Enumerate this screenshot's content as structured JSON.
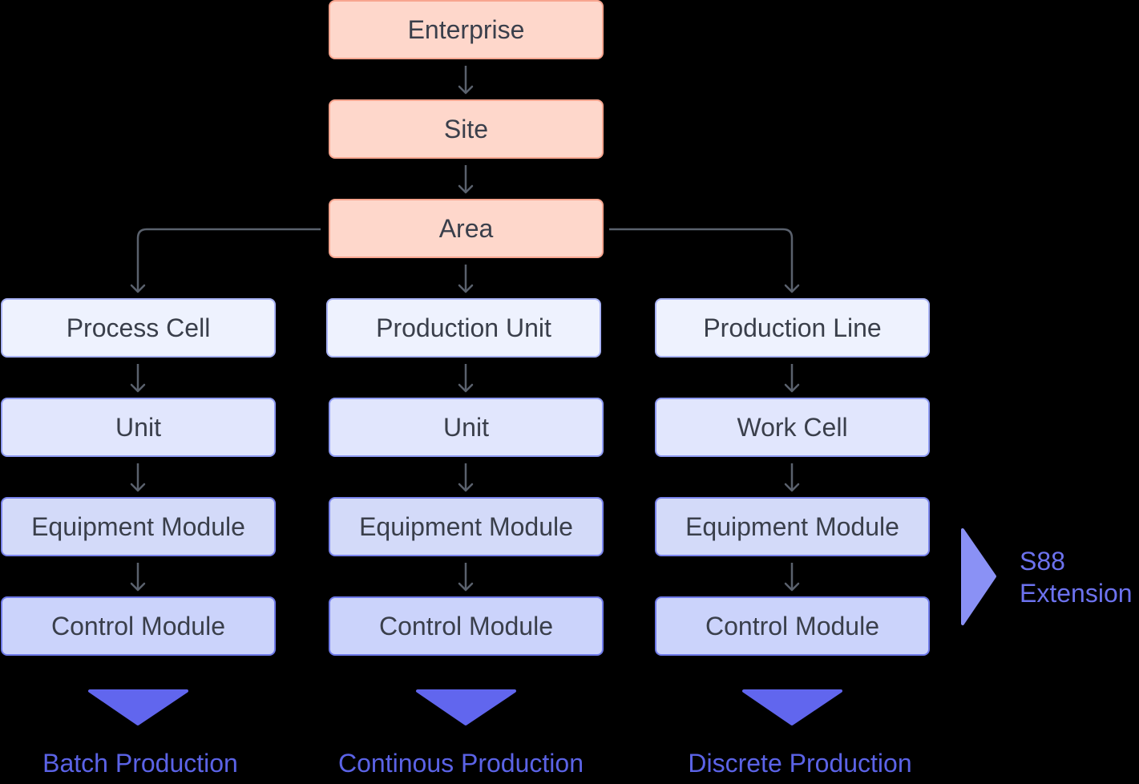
{
  "top_levels": [
    "Enterprise",
    "Site",
    "Area"
  ],
  "columns": [
    {
      "levels": [
        "Process Cell",
        "Unit",
        "Equipment Module",
        "Control Module"
      ],
      "footer": "Batch Production"
    },
    {
      "levels": [
        "Production Unit",
        "Unit",
        "Equipment Module",
        "Control Module"
      ],
      "footer": "Continous Production"
    },
    {
      "levels": [
        "Production Line",
        "Work Cell",
        "Equipment Module",
        "Control Module"
      ],
      "footer": "Discrete Production"
    }
  ],
  "extension": {
    "line1": "S88",
    "line2": "Extension"
  },
  "colors": {
    "top_fill": "#fed7cb",
    "top_border": "#f7a58f",
    "accent": "#5b63e6",
    "connector": "#5a616d"
  }
}
